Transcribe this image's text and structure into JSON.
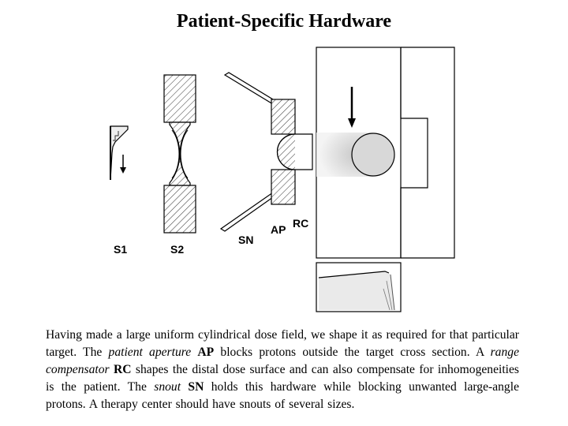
{
  "title": "Patient-Specific Hardware",
  "labels": {
    "s1": "S1",
    "s2": "S2",
    "sn": "SN",
    "ap": "AP",
    "rc": "RC"
  },
  "caption": {
    "p1": "Having made a large uniform cylindrical dose field, we shape it as required for that particular target. The ",
    "patient_aperture": "patient aperture",
    "ap": "AP",
    "p2": " blocks protons outside the target cross section. A ",
    "range_compensator": "range compensator",
    "rc": "RC",
    "p3": " shapes the distal dose surface and can also compensate for inhomogeneities is the patient. The ",
    "snout": "snout",
    "sn": "SN",
    "p4": " holds this hardware while blocking unwanted large-angle protons. A therapy center should have snouts of several sizes."
  }
}
